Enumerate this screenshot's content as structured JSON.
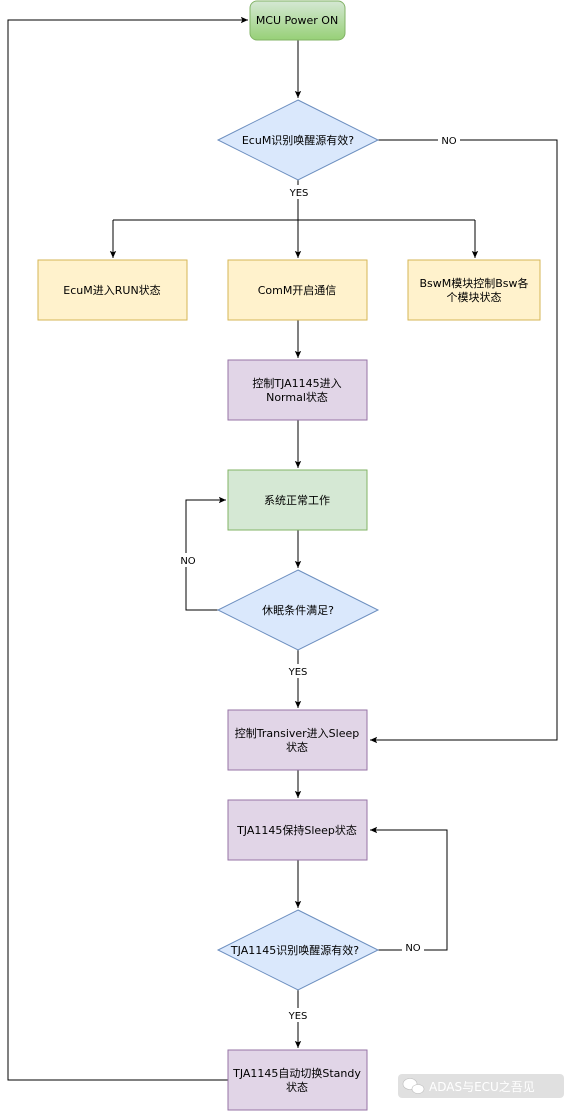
{
  "nodes": {
    "power_on": "MCU Power ON",
    "wake_check": "EcuM识别唤醒源有效?",
    "ecum_run": "EcuM进入RUN状态",
    "comm_start": "ComM开启通信",
    "bswm_line1": "BswM模块控制Bsw各",
    "bswm_line2": "个模块状态",
    "tja_normal_line1": "控制TJA1145进入",
    "tja_normal_line2": "Normal状态",
    "system_normal": "系统正常工作",
    "sleep_check": "休眠条件满足?",
    "transceiver_sleep_line1": "控制Transiver进入Sleep",
    "transceiver_sleep_line2": "状态",
    "tja_keep_sleep": "TJA1145保持Sleep状态",
    "tja_wake_check": "TJA1145识别唤醒源有效?",
    "tja_standby_line1": "TJA1145自动切换Standy",
    "tja_standby_line2": "状态"
  },
  "edges": {
    "yes": "YES",
    "no": "NO"
  },
  "watermark": "ADAS与ECU之吾见",
  "colors": {
    "green_fill": "#d5e8d4",
    "green_stroke": "#82b366",
    "green_grad_top": "#d5e8d4",
    "green_grad_bottom": "#97d077",
    "blue_fill": "#dae8fc",
    "blue_stroke": "#6c8ebf",
    "yellow_fill": "#fff2cc",
    "yellow_stroke": "#d6b656",
    "purple_fill": "#e1d5e7",
    "purple_stroke": "#9673a6"
  }
}
